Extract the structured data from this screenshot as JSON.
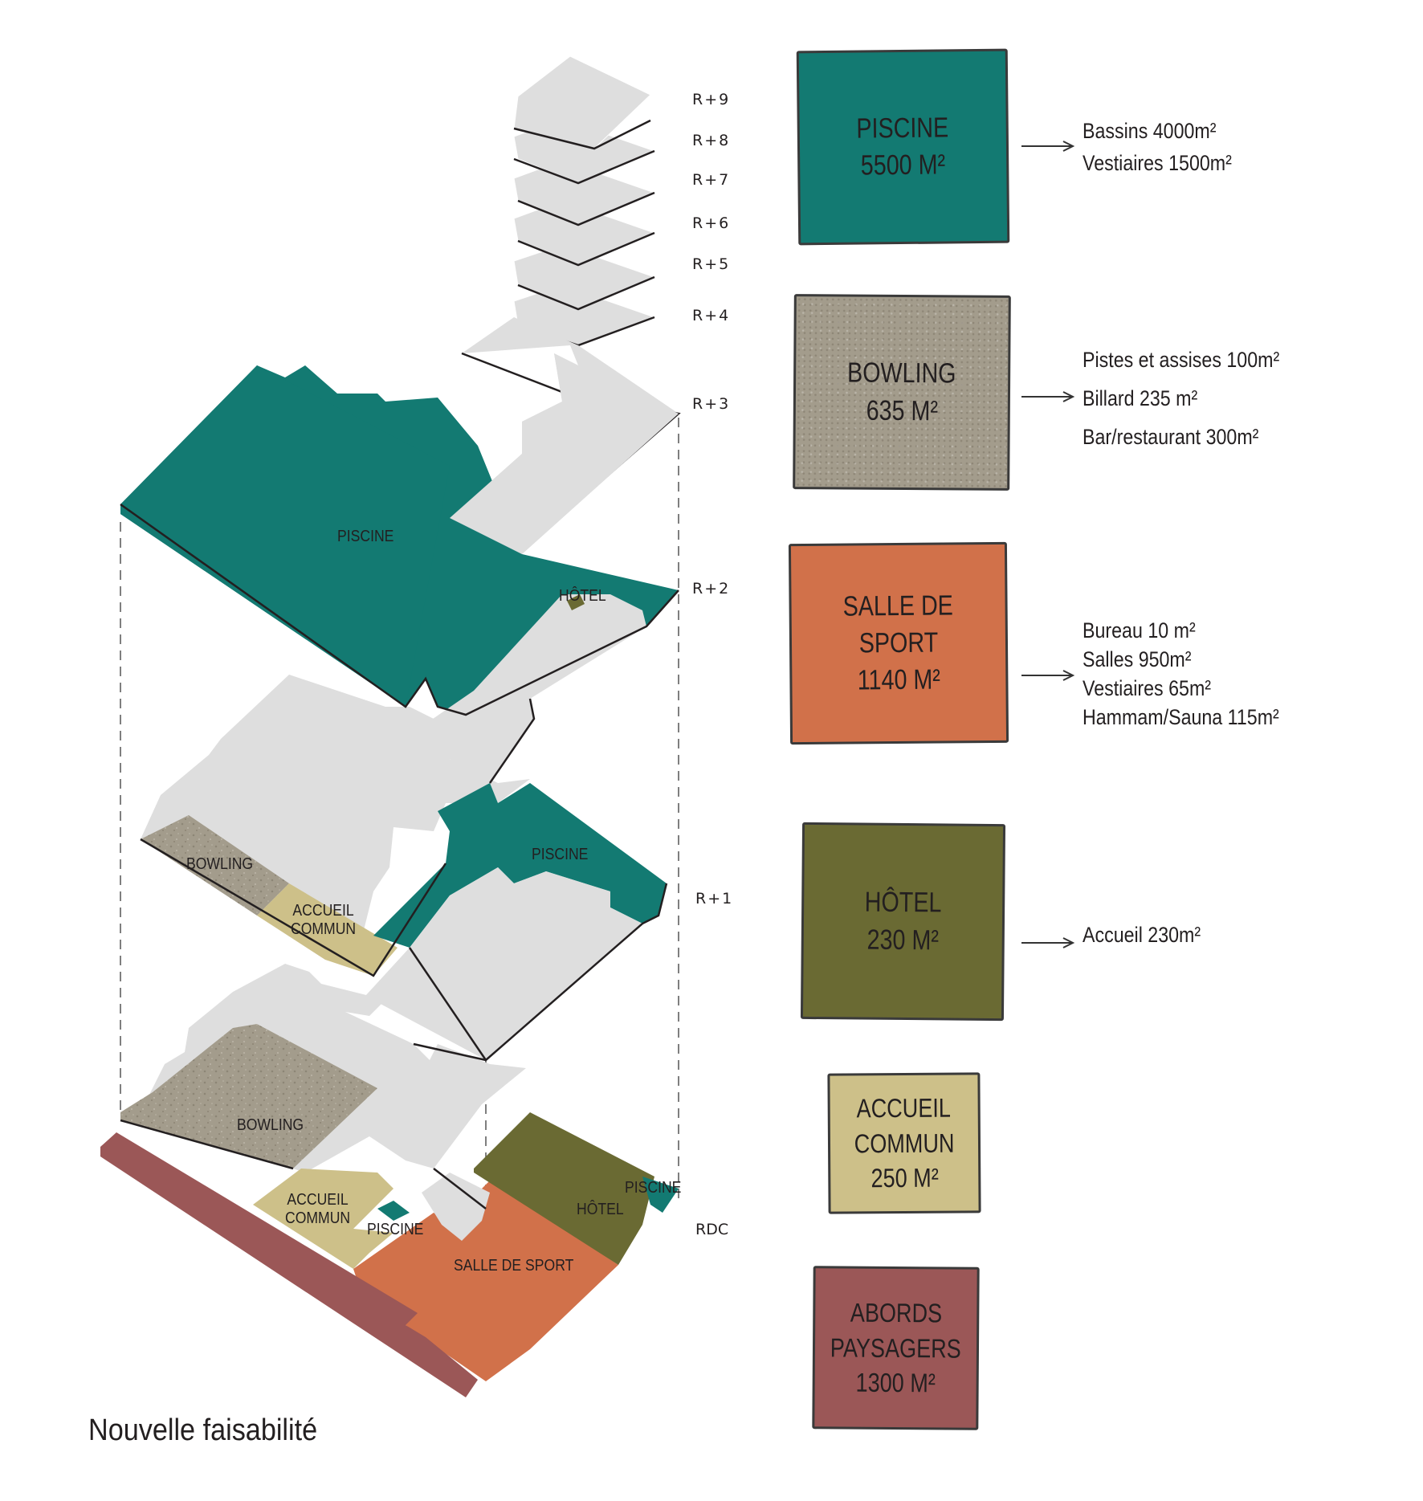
{
  "levels": [
    "R+9",
    "R+8",
    "R+7",
    "R+6",
    "R+5",
    "R+4",
    "R+3",
    "R+2",
    "R+1",
    "RDC"
  ],
  "zones": {
    "r2_piscine": "PISCINE",
    "r2_hotel": "HÔTEL",
    "r1_bowling": "BOWLING",
    "r1_accueil_1": "ACCUEIL",
    "r1_accueil_2": "COMMUN",
    "r1_piscine": "PISCINE",
    "rdc_bowling": "BOWLING",
    "rdc_accueil_1": "ACCUEIL",
    "rdc_accueil_2": "COMMUN",
    "rdc_piscine_small": "PISCINE",
    "rdc_piscine_corner": "PISCINE",
    "rdc_hotel": "HÔTEL",
    "rdc_sport": "SALLE DE SPORT"
  },
  "legend": [
    {
      "lines": [
        "PISCINE",
        "5500 M²"
      ],
      "details": [
        "Bassins  4000m²",
        "Vestiaires  1500m²"
      ]
    },
    {
      "lines": [
        "BOWLING",
        "635 M²"
      ],
      "details": [
        "Pistes et assises 100m²",
        "Billard 235 m²",
        "Bar/restaurant  300m²"
      ]
    },
    {
      "lines": [
        "SALLE DE",
        "SPORT",
        "1140 M²"
      ],
      "details": [
        "Bureau 10 m²",
        "Salles 950m²",
        "Vestiaires 65m²",
        "Hammam/Sauna 115m²"
      ]
    },
    {
      "lines": [
        "HÔTEL",
        "230 M²"
      ],
      "details": [
        "Accueil 230m²"
      ]
    },
    {
      "lines": [
        "ACCUEIL",
        "COMMUN",
        "250 M²"
      ],
      "details": []
    },
    {
      "lines": [
        "ABORDS",
        "PAYSAGERS",
        "1300 M²"
      ],
      "details": []
    }
  ],
  "caption": "Nouvelle faisabilité",
  "colors": {
    "piscine": "#137a72",
    "bowling": "#a39c8c",
    "sport": "#d1714a",
    "hotel": "#6a6a33",
    "accueil": "#cdc089",
    "abords": "#9b5757",
    "floor": "#dedede"
  }
}
